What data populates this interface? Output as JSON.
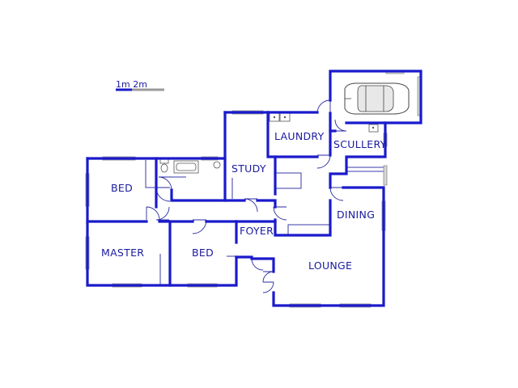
{
  "scale": {
    "label": "1m 2m"
  },
  "rooms": [
    {
      "id": "bed-1",
      "label": "BED"
    },
    {
      "id": "study",
      "label": "STUDY"
    },
    {
      "id": "laundry",
      "label": "LAUNDRY"
    },
    {
      "id": "scullery",
      "label": "SCULLERY"
    },
    {
      "id": "dining",
      "label": "DINING"
    },
    {
      "id": "master",
      "label": "MASTER"
    },
    {
      "id": "bed-2",
      "label": "BED"
    },
    {
      "id": "foyer",
      "label": "FOYER"
    },
    {
      "id": "lounge",
      "label": "LOUNGE"
    }
  ],
  "colors": {
    "wall": "#1a1acc",
    "text": "#1a1aa0",
    "window": "#d8d8d8"
  },
  "icons": [
    "car-icon",
    "toilet-icon",
    "bathtub-icon",
    "basin-icon",
    "laundry-tub-icon",
    "sink-icon"
  ]
}
